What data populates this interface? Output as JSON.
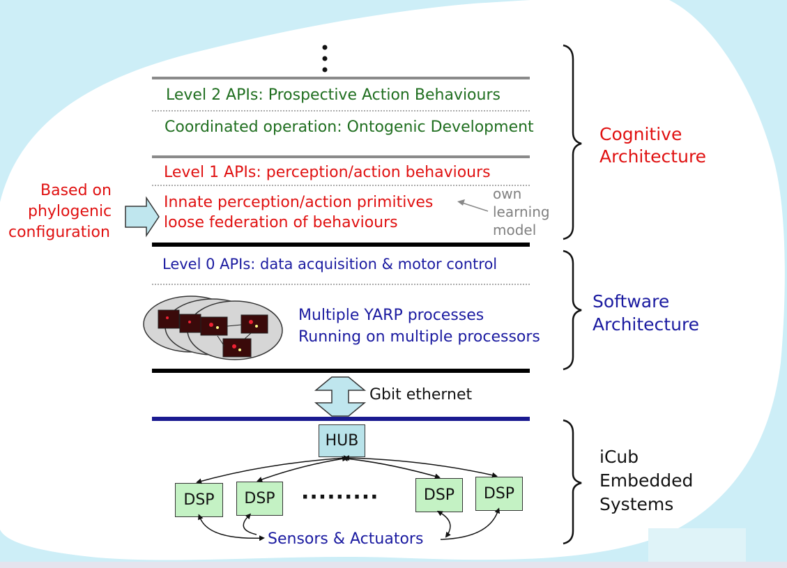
{
  "layers": {
    "level2_api": "Level 2 APIs: Prospective Action Behaviours",
    "coordinated": "Coordinated operation: Ontogenic Development",
    "level1_api": "Level 1 APIs: perception/action behaviours",
    "innate": "Innate perception/action primitives",
    "loose": "loose federation of behaviours",
    "level0_api": "Level 0 APIs: data acquisition & motor control",
    "yarp_line1": "Multiple YARP processes",
    "yarp_line2": "Running on multiple processors"
  },
  "side_notes": {
    "phylogenic_line1": "Based on",
    "phylogenic_line2": "phylogenic",
    "phylogenic_line3": "configuration",
    "own_line1": "own",
    "own_line2": "learning",
    "own_line3": "model"
  },
  "brackets": {
    "cognitive_line1": "Cognitive",
    "cognitive_line2": "Architecture",
    "software_line1": "Software",
    "software_line2": "Architecture",
    "icub_line1": "iCub",
    "icub_line2": "Embedded",
    "icub_line3": "Systems"
  },
  "network": {
    "gbit": "Gbit ethernet",
    "hub": "HUB",
    "dsp1": "DSP",
    "dsp2": "DSP",
    "dsp3": "DSP",
    "dsp4": "DSP",
    "ellipsis": "·········",
    "sensors": "Sensors & Actuators"
  },
  "colors": {
    "green": "#1f6e1f",
    "red": "#e01010",
    "blue": "#1a1aa0",
    "background_blob": "#cdeef7"
  }
}
